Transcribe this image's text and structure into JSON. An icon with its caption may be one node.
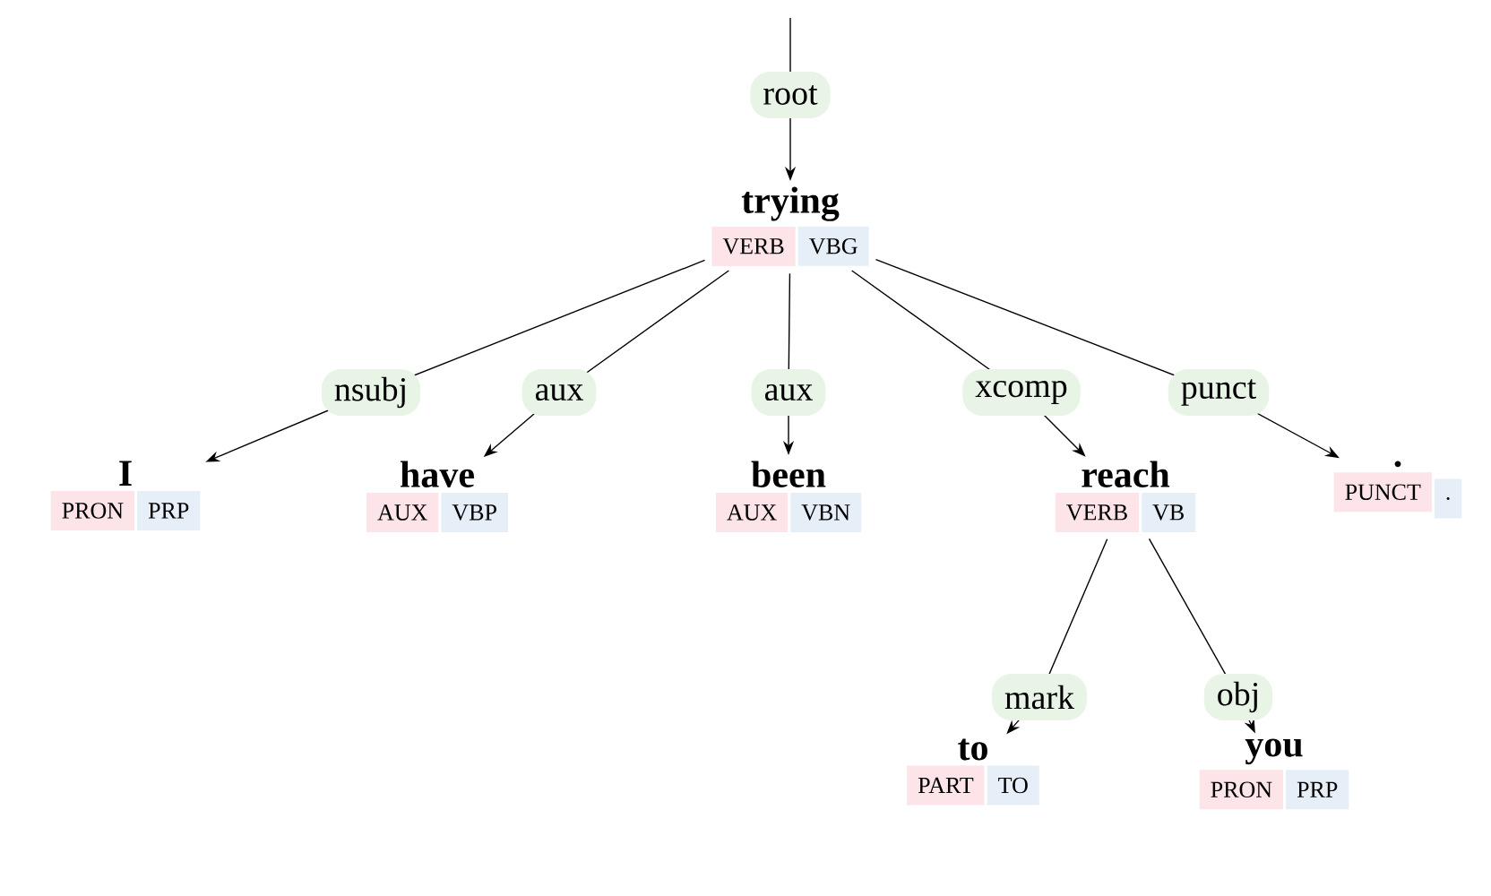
{
  "diagram": {
    "nodes": [
      {
        "text": [
          "trying",
          "VERB",
          "VBG"
        ]
      },
      {
        "text": [
          "I",
          "PRON",
          "PRP"
        ]
      },
      {
        "text": [
          "have",
          "AUX",
          "VBP"
        ]
      },
      {
        "text": [
          "been",
          "AUX",
          "VBN"
        ]
      },
      {
        "text": [
          "reach",
          "VERB",
          "VB"
        ]
      },
      {
        "text": [
          ".",
          "PUNCT",
          "."
        ]
      },
      {
        "text": [
          "to",
          "PART",
          "TO"
        ]
      },
      {
        "text": [
          "you",
          "PRON",
          "PRP"
        ]
      }
    ],
    "edges": [
      {
        "from": null,
        "to": 0,
        "arrow": "to",
        "label": "root"
      },
      {
        "from": 0,
        "to": 1,
        "arrow": "to",
        "label": "nsubj"
      },
      {
        "from": 0,
        "to": 2,
        "arrow": "to",
        "label": "aux"
      },
      {
        "from": 0,
        "to": 3,
        "arrow": "to",
        "label": "aux"
      },
      {
        "from": 0,
        "to": 4,
        "arrow": "to",
        "label": "xcomp"
      },
      {
        "from": 0,
        "to": 5,
        "arrow": "to",
        "label": "punct"
      },
      {
        "from": 4,
        "to": 6,
        "arrow": "to",
        "label": "mark"
      },
      {
        "from": 4,
        "to": 7,
        "arrow": "to",
        "label": "obj"
      }
    ]
  }
}
